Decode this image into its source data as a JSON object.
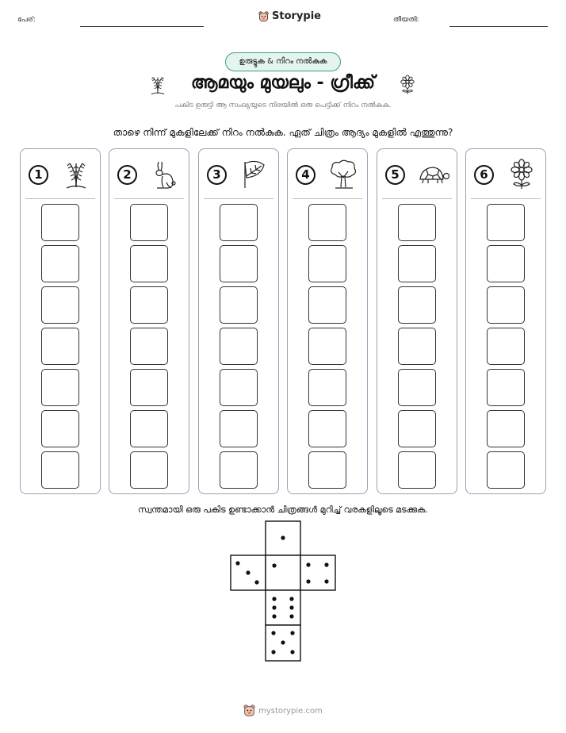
{
  "header": {
    "name_label": "പേര്:",
    "date_label": "തീയതി:",
    "brand": "Storypie"
  },
  "tag": "ഉരുട്ടുക & നിറം നൽകുക",
  "title": "ആമയും മുയലും - ഗ്രീക്ക്",
  "title_icons": [
    "fern-icon",
    "flower-icon"
  ],
  "subtitle": "പകിട ഉരുട്ടി ആ സംഖ്യയുടെ നിരയിൽ ഒരു പെട്ടിക്ക് നിറം നൽകുക.",
  "instruction": "താഴെ നിന്ന് മുകളിലേക്ക് നിറം നൽകുക. ഏത് ചിത്രം ആദ്യം മുകളിൽ എത്തുന്നു?",
  "columns": [
    {
      "number": "1",
      "icon": "fern-icon",
      "boxes": 7
    },
    {
      "number": "2",
      "icon": "rabbit-icon",
      "boxes": 7
    },
    {
      "number": "3",
      "icon": "leaf-flag-icon",
      "boxes": 7
    },
    {
      "number": "4",
      "icon": "tree-icon",
      "boxes": 7
    },
    {
      "number": "5",
      "icon": "turtle-icon",
      "boxes": 7
    },
    {
      "number": "6",
      "icon": "flower-icon",
      "boxes": 7
    }
  ],
  "cut_instruction": "സ്വന്തമായി ഒരു പകിട ഉണ്ടാക്കാൻ ചിത്രങ്ങൾ മുറിച്ച് വരകളിലൂടെ മടക്കുക.",
  "die_net": [
    {
      "face": "top",
      "pips": 1
    },
    {
      "face": "left",
      "pips": 3
    },
    {
      "face": "center",
      "pips": 1
    },
    {
      "face": "right",
      "pips": 4
    },
    {
      "face": "lower",
      "pips": 6
    },
    {
      "face": "bottom",
      "pips": 5
    }
  ],
  "footer": "mystorypie.com",
  "colors": {
    "tag_border": "#3d9e86",
    "tag_fill": "#e4f5ef",
    "column_border": "#9aa0b4"
  }
}
